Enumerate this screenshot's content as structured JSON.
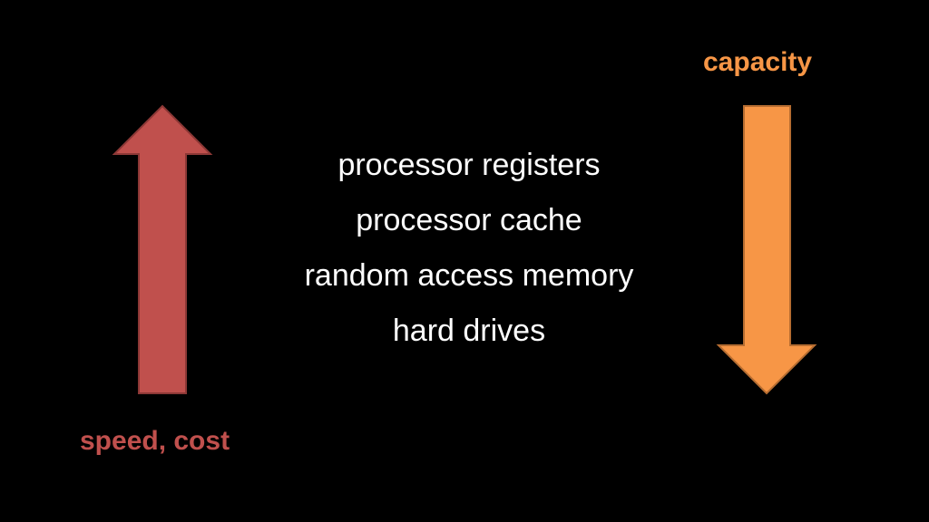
{
  "colors": {
    "background": "#000000",
    "speed_cost": "#c0504d",
    "speed_cost_outline": "#8c3836",
    "capacity": "#f79646",
    "capacity_outline": "#b66d31",
    "text": "#ffffff"
  },
  "left_indicator": {
    "label": "speed, cost",
    "direction": "up",
    "icon": "up-arrow-icon"
  },
  "right_indicator": {
    "label": "capacity",
    "direction": "down",
    "icon": "down-arrow-icon"
  },
  "hierarchy": {
    "levels": [
      "processor registers",
      "processor cache",
      "random access memory",
      "hard drives"
    ]
  }
}
